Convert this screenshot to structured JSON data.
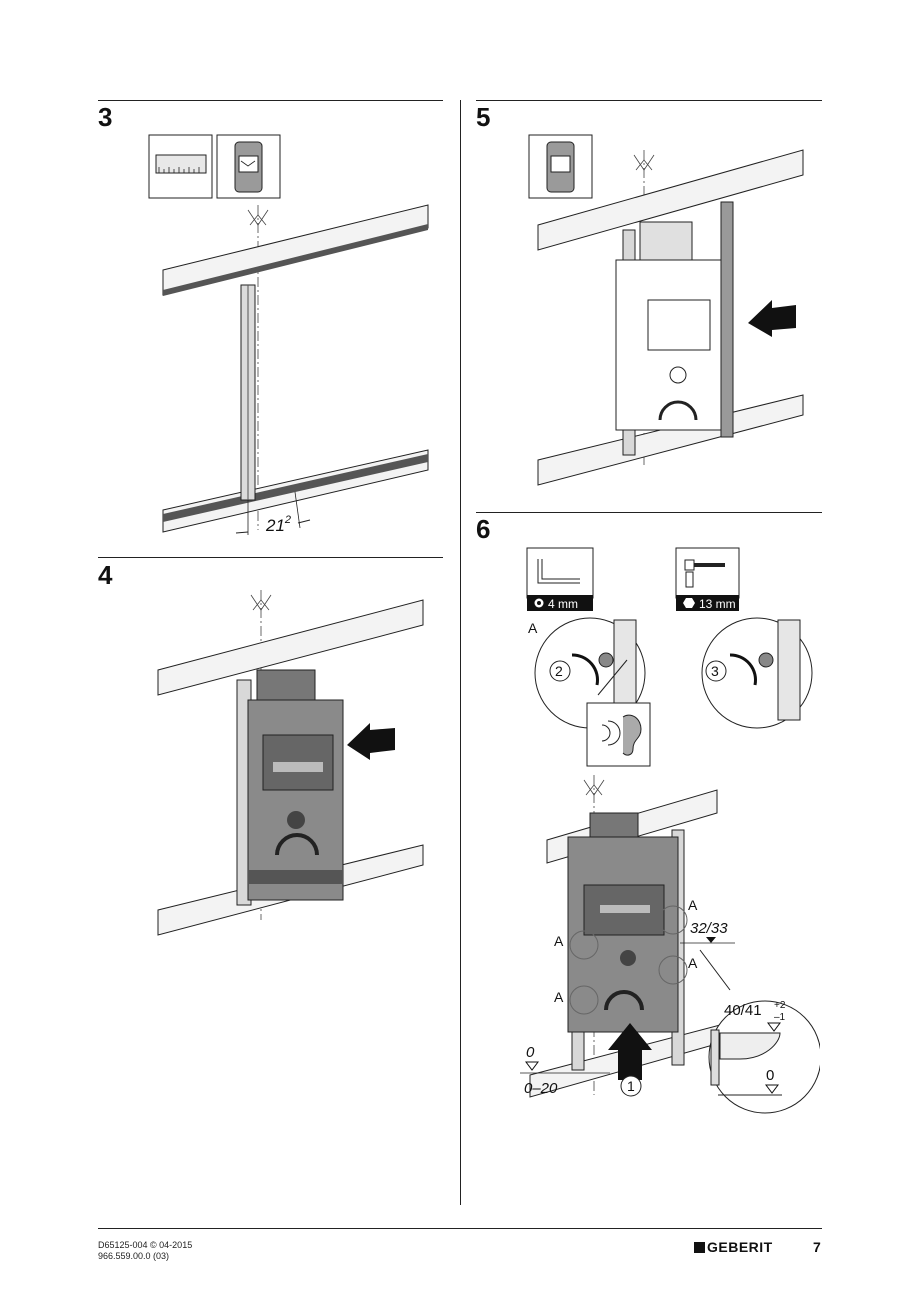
{
  "steps": [
    {
      "number": "3",
      "dimension_base": "21",
      "dimension_sup": "2"
    },
    {
      "number": "4"
    },
    {
      "number": "5"
    },
    {
      "number": "6",
      "tool_hex_label": "4 mm",
      "tool_socket_label": "13 mm",
      "callout_A": "A",
      "circle_1": "1",
      "circle_2": "2",
      "circle_3": "3",
      "dim_32_33": "32/33",
      "dim_40_41": "40/41",
      "dim_tol_plus": "+2",
      "dim_tol_minus": "–1",
      "level_zero": "0",
      "level_range": "0–20",
      "detail_zero": "0"
    }
  ],
  "footer": {
    "doc_line1": "D65125-004 © 04-2015",
    "doc_line2": "966.559.00.0 (03)",
    "logo_text": "GEBERIT",
    "page_number": "7"
  },
  "colors": {
    "line": "#222222",
    "panel_gray": "#6f6f6f",
    "frame_light": "#e6e6e6"
  }
}
